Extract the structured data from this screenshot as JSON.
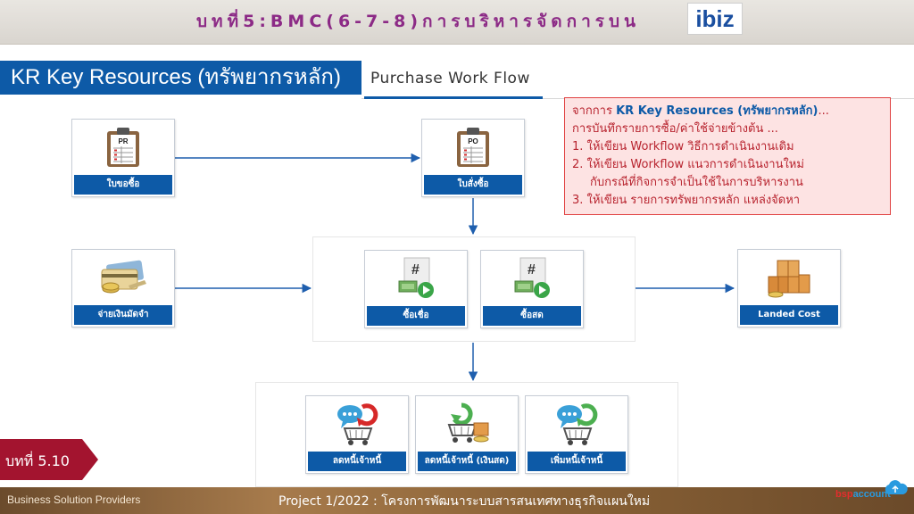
{
  "header": {
    "chapter_title": "บทที่5:BMC(6-7-8)การบริหารจัดการบน",
    "logo_text": "ibiz"
  },
  "section": {
    "title": "KR Key Resources (ทรัพยากรหลัก)",
    "tab_label": "Purchase Work Flow"
  },
  "note": {
    "line1_prefix": "จากการ ",
    "line1_highlight": "KR Key Resources (ทรัพยากรหลัก)",
    "line1_suffix": "...",
    "line2": "การบันทึกรายการซื้อ/ค่าใช้จ่ายข้างต้น ...",
    "line3": "1. ให้เขียน Workflow วิธีการดำเนินงานเดิม",
    "line4": "2. ให้เขียน Workflow แนวการดำเนินงานใหม่",
    "line5": "กับกรณีที่กิจการจำเป็นใช้ในการบริหารงาน",
    "line6": "3. ให้เขียน รายการทรัพยากรหลัก แหล่งจัดหา"
  },
  "cards": {
    "pr": {
      "label": "ใบขอซื้อ",
      "doc_tag": "PR"
    },
    "po": {
      "label": "ใบสั่งซื้อ",
      "doc_tag": "PO"
    },
    "deposit": {
      "label": "จ่ายเงินมัดจำ"
    },
    "credit_purchase": {
      "label": "ซื้อเชื่อ",
      "doc_tag": "#"
    },
    "cash_purchase": {
      "label": "ซื้อสด",
      "doc_tag": "#"
    },
    "landed_cost": {
      "label": "Landed Cost"
    },
    "reduce_debt": {
      "label": "ลดหนี้เจ้าหนี้"
    },
    "reduce_debt_cash": {
      "label": "ลดหนี้เจ้าหนี้ (เงินสด)"
    },
    "increase_debt": {
      "label": "เพิ่มหนี้เจ้าหนี้"
    }
  },
  "badge": {
    "label": "บทที่ 5.10"
  },
  "footer": {
    "left": "Business Solution Providers",
    "center": "Project 1/2022 : โครงการพัฒนาระบบสารสนเทศทางธุรกิจแผนใหม่",
    "logo_a": "bsp",
    "logo_b": "account"
  },
  "colors": {
    "brand_blue": "#0d5aa7",
    "title_purple": "#8c2a86",
    "note_red": "#b8242f"
  }
}
